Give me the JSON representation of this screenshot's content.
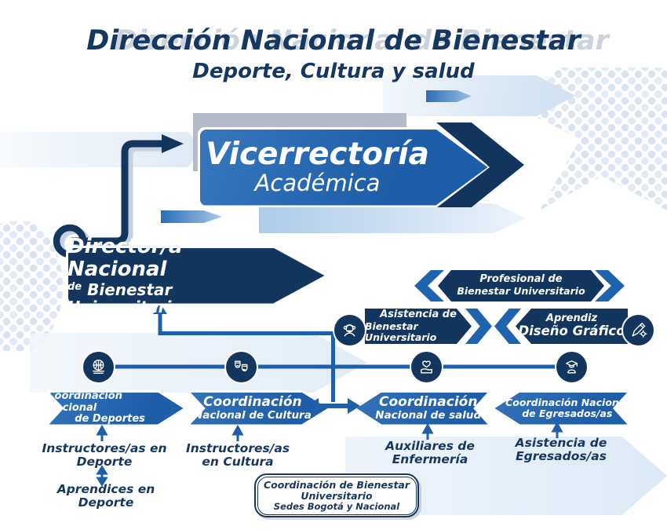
{
  "header": {
    "title": "Dirección Nacional de Bienestar",
    "title_echo": "Dirección Nacional de Bienestar",
    "subtitle": "Deporte, Cultura y salud"
  },
  "vicerrectoria": {
    "line1": "Vicerrectoría",
    "line2": "Académica"
  },
  "director": {
    "line1": "Director/a Nacional",
    "de": "de",
    "line2": "Bienestar Universitario"
  },
  "staff": {
    "profesional": {
      "line1": "Profesional de",
      "line2": "Bienestar Universitario"
    },
    "asistencia": {
      "line1": "Asistencia de",
      "line2": "Bienestar Universitario",
      "icon": "assistant-person-icon"
    },
    "aprendiz": {
      "line1": "Aprendiz",
      "line2": "Diseño Gráfico",
      "icon": "graphic-design-icon"
    }
  },
  "coordinations": [
    {
      "line1": "Coordinación Nacional",
      "line2": "de Deportes",
      "icon": "basketball-icon",
      "direction": "right"
    },
    {
      "line1": "Coordinación",
      "line2": "Nacional de Cultura",
      "icon": "theater-masks-icon",
      "direction": "right"
    },
    {
      "line1": "Coordinación",
      "line2": "Nacional de salud",
      "icon": "heart-hand-icon",
      "direction": "left"
    },
    {
      "line1": "Coordinación Nacional",
      "line2": "de Egresados/as",
      "icon": "graduate-icon",
      "direction": "left"
    }
  ],
  "sub_labels": {
    "deporte": {
      "line1": "Instructores/as en",
      "line2": "Deporte"
    },
    "aprendices": {
      "line1": "Aprendices en Deporte"
    },
    "cultura": {
      "line1": "Instructores/as",
      "line2": "en Cultura"
    },
    "salud": {
      "line1": "Auxiliares de",
      "line2": "Enfermería"
    },
    "egresados": {
      "line1": "Asistencia de",
      "line2": "Egresados/as"
    }
  },
  "footer_box": {
    "line1": "Coordinación de Bienestar",
    "line2": "Universitario",
    "line3": "Sedes Bogotá y Nacional"
  },
  "colors": {
    "navy": "#13365f",
    "blue": "#1f62ae",
    "silver": "#bcc3cd",
    "watermark": "#dfe9f4"
  }
}
